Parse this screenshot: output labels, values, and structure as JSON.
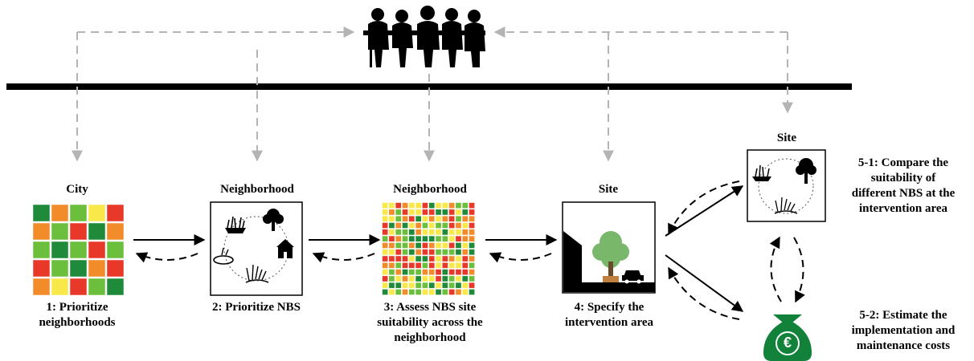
{
  "colors": {
    "red": "#e8382a",
    "orange": "#f28c2a",
    "yellow": "#f8e84a",
    "lightgreen": "#6cbf3c",
    "darkgreen": "#1e8a3a",
    "dashed_arrow": "#b4b4b4",
    "money_bag": "#12813a"
  },
  "icons": {
    "stakeholders": "people-at-table-icon",
    "nbs": [
      "tree-icon",
      "green-roof-icon",
      "pond-icon",
      "wetland-icon",
      "house-icon"
    ],
    "site": [
      "building-icon",
      "tree-icon",
      "car-icon"
    ],
    "cost": "money-bag-euro-icon"
  },
  "steps": {
    "city": {
      "label": "City",
      "caption": [
        "1: Prioritize",
        "neighborhoods"
      ]
    },
    "nbs": {
      "label": "Neighborhood",
      "caption": [
        "2: Prioritize NBS"
      ]
    },
    "suitability": {
      "label": "Neighborhood",
      "caption": [
        "3: Assess NBS site",
        "suitability across the",
        "neighborhood"
      ]
    },
    "intervention": {
      "label": "Site",
      "caption": [
        "4: Specify the",
        "intervention area"
      ]
    },
    "compare": {
      "label": "Site",
      "caption": [
        "5-1: Compare the",
        "suitability of",
        "different NBS at the",
        "intervention area"
      ]
    },
    "costs": {
      "caption": [
        "5-2: Estimate the",
        "implementation and",
        "maintenance costs"
      ],
      "currency_symbol": "€"
    }
  }
}
